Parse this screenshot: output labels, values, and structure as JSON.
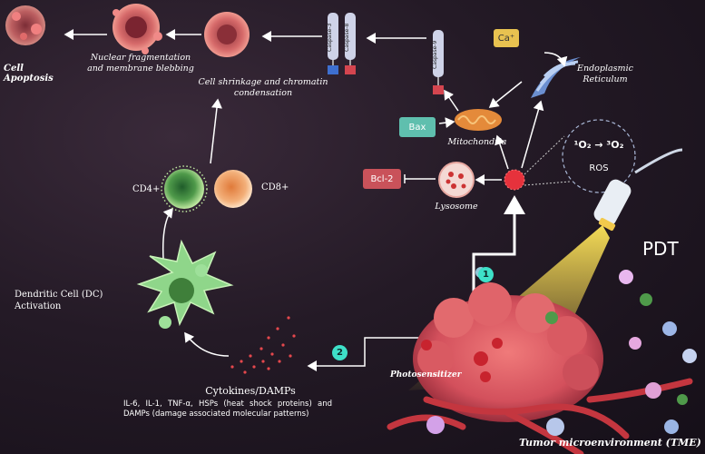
{
  "apoptosis": {
    "cell_apoptosis": "Cell Apoptosis",
    "nuclear_fragmentation": "Nuclear fragmentation and membrane blebbing",
    "cell_shrinkage": "Cell shrinkage and chromatin condensation"
  },
  "caspases": {
    "caspase3": "Caspase-3",
    "caspase8": "Caspase-8",
    "caspase9": "Caspase-9"
  },
  "organelles": {
    "ca": "Ca⁺",
    "er": "Endoplasmic Reticulum",
    "bax": "Bax",
    "mitochondria": "Mitochondria",
    "bcl2": "Bcl-2",
    "lysosome": "Lysosome",
    "ros_formula": "¹O₂ → ³O₂",
    "ros": "ROS"
  },
  "immune": {
    "cd4": "CD4+",
    "cd8": "CD8+",
    "dc_activation": "Dendritic Cell (DC) Activation",
    "cytokines_title": "Cytokines/DAMPs",
    "cytokines_detail": "IL-6, IL-1, TNF-α, HSPs (heat shock proteins) and DAMPs (damage associated molecular patterns)"
  },
  "therapy": {
    "pdt": "PDT",
    "photosensitizer": "Photosensitizer",
    "tme": "Tumor microenvironment (TME)",
    "step1": "1",
    "step2": "2"
  },
  "colors": {
    "box_teal": "#5fbfae",
    "box_red": "#c9525a",
    "ca_yellow": "#e8c250",
    "badge_teal": "#3ee0c8",
    "tumor": "#d94f5c"
  }
}
